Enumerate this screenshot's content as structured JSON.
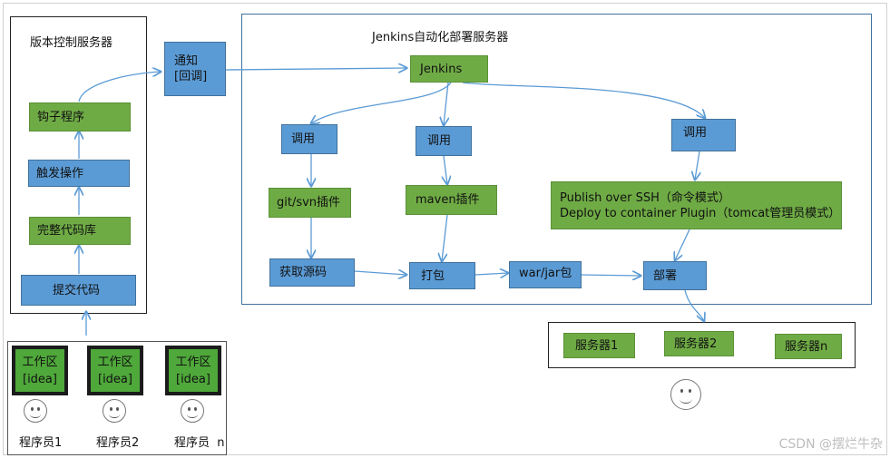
{
  "vcs": {
    "title": "版本控制服务器",
    "hook": "钩子程序",
    "trigger": "触发操作",
    "repo": "完整代码库",
    "commit": "提交代码"
  },
  "notify": {
    "line1": "通知",
    "line2": "[回调]"
  },
  "jenkins_server": {
    "title": "Jenkins自动化部署服务器",
    "jenkins": "Jenkins",
    "call1": "调用",
    "call2": "调用",
    "call3": "调用",
    "git_plugin": "git/svn插件",
    "maven_plugin": "maven插件",
    "publish_line1": "Publish over SSH（命令模式）",
    "publish_line2": "Deploy to container Plugin（tomcat管理员模式）",
    "fetch": "获取源码",
    "package": "打包",
    "war": "war/jar包",
    "deploy": "部署"
  },
  "servers": {
    "s1": "服务器1",
    "s2": "服务器2",
    "sn": "服务器n"
  },
  "devs": [
    {
      "box1": "工作区",
      "box2": "[idea]",
      "name": "程序员1"
    },
    {
      "box1": "工作区",
      "box2": "[idea]",
      "name": "程序员2"
    },
    {
      "box1": "工作区",
      "box2": "[idea]",
      "name": "程序员  n"
    }
  ],
  "watermark": "CSDN @摆烂牛杂",
  "colors": {
    "green": "#6fab45",
    "blue": "#5b9bd5",
    "arrow": "#5b9bd5",
    "dev_green": "#4fa83a"
  }
}
